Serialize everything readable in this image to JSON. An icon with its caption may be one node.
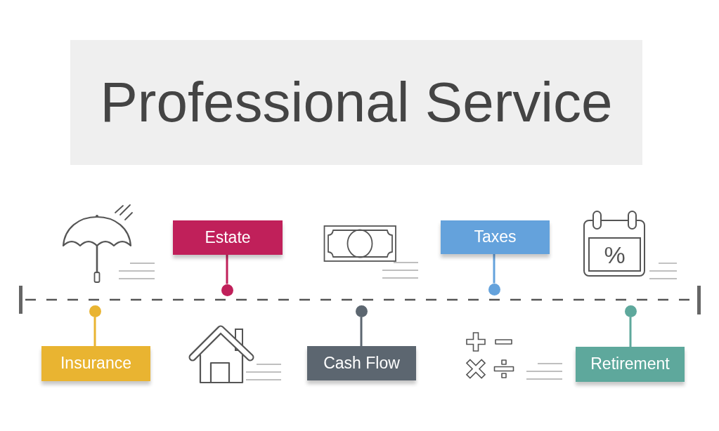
{
  "diagram": {
    "title": "Professional Service",
    "nodes": [
      {
        "text": [
          "Estate"
        ]
      },
      {
        "text": [
          "Taxes"
        ]
      },
      {
        "text": [],
        "shape": "circle"
      },
      {
        "text": [],
        "shape": "circle"
      },
      {
        "text": [],
        "shape": "circle"
      },
      {
        "text": [],
        "shape": "circle"
      },
      {
        "text": [],
        "shape": "circle"
      },
      {
        "text": [
          "Insurance"
        ]
      },
      {
        "text": [
          "Cash Flow"
        ]
      },
      {
        "text": [
          "Retirement"
        ]
      }
    ],
    "edges": [
      {
        "from": 0,
        "to": 2,
        "arrow": "none",
        "color": "#c0205a"
      },
      {
        "from": 1,
        "to": 3,
        "arrow": "none",
        "color": "#64a2dc"
      },
      {
        "from": 7,
        "to": 4,
        "arrow": "none",
        "color": "#e9b431"
      },
      {
        "from": 8,
        "to": 5,
        "arrow": "none",
        "color": "#5c6670"
      },
      {
        "from": 9,
        "to": 6,
        "arrow": "none",
        "color": "#5ea89c"
      }
    ],
    "labels": [
      "%"
    ]
  }
}
